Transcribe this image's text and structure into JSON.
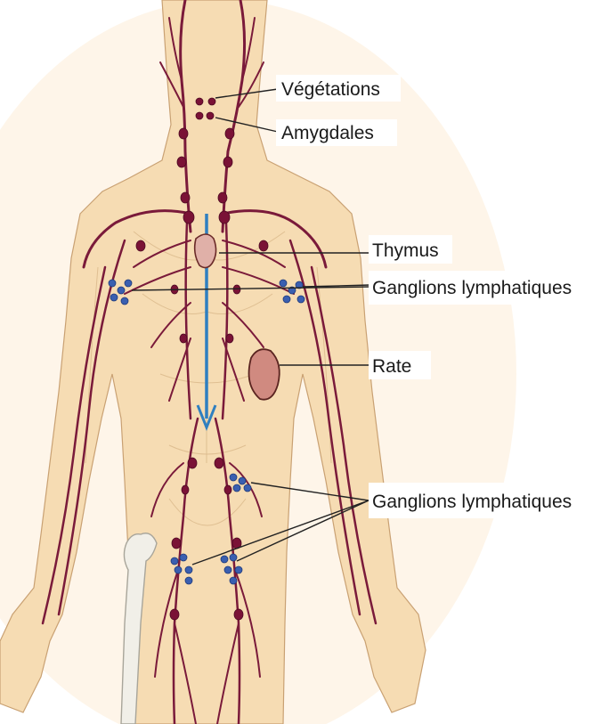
{
  "labels": {
    "vegetations": "Végétations",
    "amygdales": "Amygdales",
    "thymus": "Thymus",
    "ganglions_upper": "Ganglions lymphatiques",
    "rate": "Rate",
    "ganglions_lower": "Ganglions lymphatiques"
  },
  "colors": {
    "vessel": "#7a1a3a",
    "node": "#7a1236",
    "blue_node": "#3a5fb0",
    "skin": "#f6dcb3",
    "thoracic_duct": "#2f7fc0",
    "thymus": "#e0b0a8",
    "spleen": "#d08a80"
  }
}
